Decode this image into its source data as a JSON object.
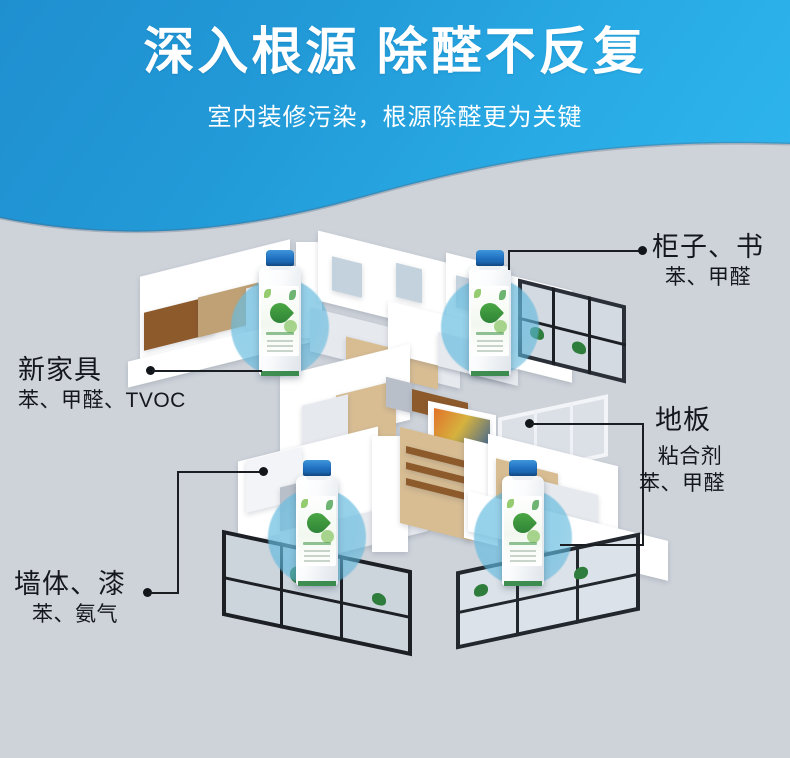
{
  "header": {
    "title": "深入根源 除醛不反复",
    "subtitle": "室内装修污染，根源除醛更为关键",
    "bg_color_start": "#1f8fd0",
    "bg_color_end": "#2fb6ef",
    "text_color": "#ffffff"
  },
  "scene": {
    "background_color": "#ced3da",
    "description_alt": "三维户型剖面图，四瓶除醛产品放置在房间内"
  },
  "callouts": [
    {
      "id": "cabinet-books",
      "title": "柜子、书",
      "sub": "苯、甲醛",
      "position": "top-right"
    },
    {
      "id": "new-furniture",
      "title": "新家具",
      "sub": "苯、甲醛、TVOC",
      "position": "top-left"
    },
    {
      "id": "floor",
      "title": "地板",
      "sub1": "粘合剂",
      "sub2": "苯、甲醛",
      "position": "middle-right"
    },
    {
      "id": "wall-paint",
      "title": "墙体、漆",
      "sub": "苯、氨气",
      "position": "bottom-left"
    }
  ],
  "bottles": [
    {
      "id": "bottle-bedroom",
      "cap_color": "#1f6fc0",
      "label_color": "#3f9b46",
      "halo_color": "#60b9de"
    },
    {
      "id": "bottle-study",
      "cap_color": "#1f6fc0",
      "label_color": "#3f9b46",
      "halo_color": "#60b9de"
    },
    {
      "id": "bottle-living",
      "cap_color": "#1f6fc0",
      "label_color": "#3f9b46",
      "halo_color": "#60b9de"
    },
    {
      "id": "bottle-balcony",
      "cap_color": "#1f6fc0",
      "label_color": "#3f9b46",
      "halo_color": "#60b9de"
    }
  ]
}
